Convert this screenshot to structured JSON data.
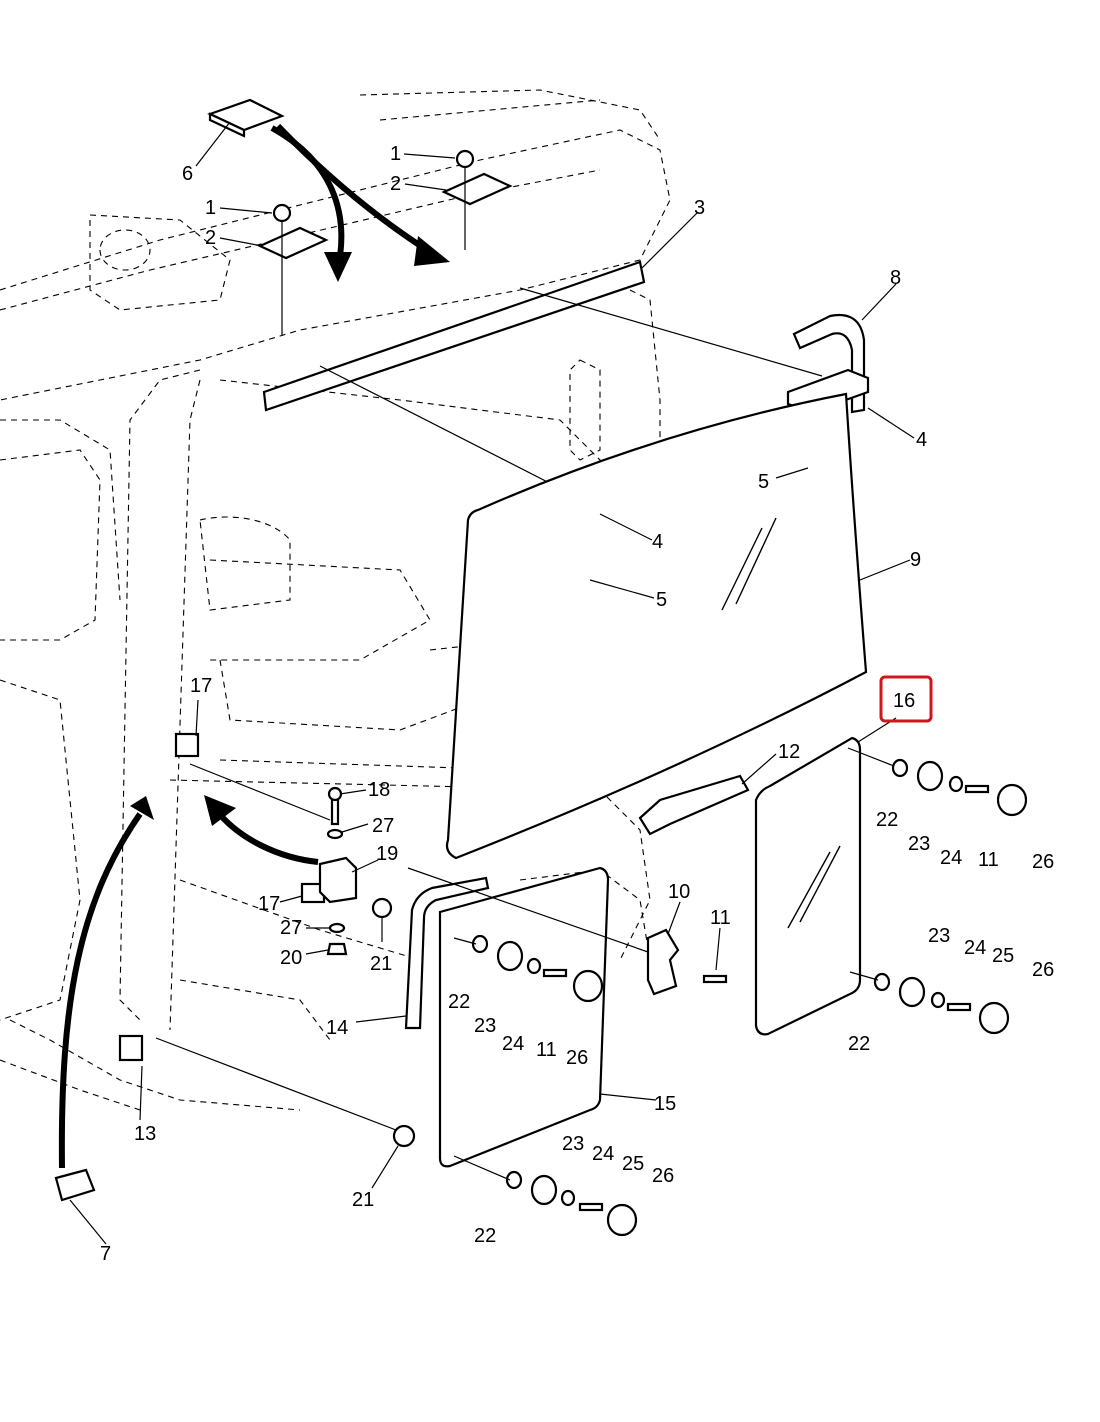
{
  "diagram": {
    "highlighted_callout": "16",
    "highlight_color": "#d0161b",
    "line_color": "#000000",
    "background": "#ffffff",
    "callouts": [
      {
        "id": "c1a",
        "label": "1"
      },
      {
        "id": "c2a",
        "label": "2"
      },
      {
        "id": "c1b",
        "label": "1"
      },
      {
        "id": "c2b",
        "label": "2"
      },
      {
        "id": "c3",
        "label": "3"
      },
      {
        "id": "c4a",
        "label": "4"
      },
      {
        "id": "c4b",
        "label": "4"
      },
      {
        "id": "c5a",
        "label": "5"
      },
      {
        "id": "c5b",
        "label": "5"
      },
      {
        "id": "c6",
        "label": "6"
      },
      {
        "id": "c7",
        "label": "7"
      },
      {
        "id": "c8",
        "label": "8"
      },
      {
        "id": "c9",
        "label": "9"
      },
      {
        "id": "c10",
        "label": "10"
      },
      {
        "id": "c11a",
        "label": "11"
      },
      {
        "id": "c11b",
        "label": "11"
      },
      {
        "id": "c11c",
        "label": "11"
      },
      {
        "id": "c12",
        "label": "12"
      },
      {
        "id": "c13",
        "label": "13"
      },
      {
        "id": "c14",
        "label": "14"
      },
      {
        "id": "c15",
        "label": "15"
      },
      {
        "id": "c16",
        "label": "16"
      },
      {
        "id": "c17a",
        "label": "17"
      },
      {
        "id": "c17b",
        "label": "17"
      },
      {
        "id": "c18",
        "label": "18"
      },
      {
        "id": "c19",
        "label": "19"
      },
      {
        "id": "c20",
        "label": "20"
      },
      {
        "id": "c21a",
        "label": "21"
      },
      {
        "id": "c21b",
        "label": "21"
      },
      {
        "id": "c22a",
        "label": "22"
      },
      {
        "id": "c22b",
        "label": "22"
      },
      {
        "id": "c22c",
        "label": "22"
      },
      {
        "id": "c22d",
        "label": "22"
      },
      {
        "id": "c23a",
        "label": "23"
      },
      {
        "id": "c23b",
        "label": "23"
      },
      {
        "id": "c23c",
        "label": "23"
      },
      {
        "id": "c23d",
        "label": "23"
      },
      {
        "id": "c24a",
        "label": "24"
      },
      {
        "id": "c24b",
        "label": "24"
      },
      {
        "id": "c24c",
        "label": "24"
      },
      {
        "id": "c24d",
        "label": "24"
      },
      {
        "id": "c25a",
        "label": "25"
      },
      {
        "id": "c25b",
        "label": "25"
      },
      {
        "id": "c26a",
        "label": "26"
      },
      {
        "id": "c26b",
        "label": "26"
      },
      {
        "id": "c26c",
        "label": "26"
      },
      {
        "id": "c26d",
        "label": "26"
      },
      {
        "id": "c27a",
        "label": "27"
      },
      {
        "id": "c27b",
        "label": "27"
      }
    ]
  }
}
